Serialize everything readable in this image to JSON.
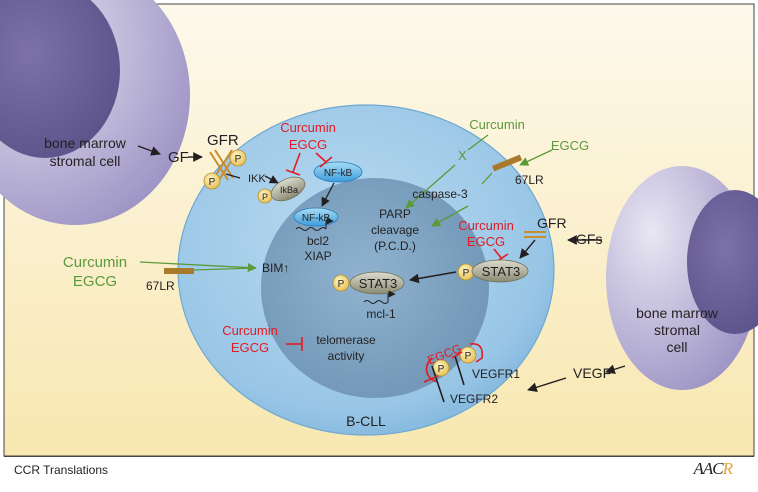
{
  "labels": {
    "bmsc_left": [
      "bone marrow",
      "stromal cell"
    ],
    "bmsc_right": [
      "bone marrow",
      "stromal",
      "cell"
    ],
    "gf": "GF",
    "gfr_left": "GFR",
    "gfr_right": "GFR",
    "gfs": "GFs",
    "ikk": "IKK",
    "ikba": "IkBa",
    "nfkb_cyto": "NF-kB",
    "nfkb_nuc": "NF-kB",
    "bcl2": "bcl2",
    "xiap": "XIAP",
    "curcumin_top": "Curcumin",
    "egcg_top": "EGCG",
    "curcumin_green": "Curcumin",
    "x_mark": "X",
    "egcg_green": "EGCG",
    "lr67_right": "67LR",
    "caspase": "caspase-3",
    "parp": [
      "PARP",
      "cleavage",
      "(P.C.D.)"
    ],
    "curcumin_stat": "Curcumin",
    "egcg_stat": "EGCG",
    "stat3_mem": "STAT3",
    "stat3_nuc": "STAT3",
    "mcl1": "mcl-1",
    "curcumin_left": "Curcumin",
    "egcg_left": "EGCG",
    "lr67_left": "67LR",
    "bim": "BIM↑",
    "curcumin_telo": "Curcumin",
    "egcg_telo": "EGCG",
    "telomerase": [
      "telomerase",
      "activity"
    ],
    "egcg_vegfr": "EGCG",
    "vegfr1": "VEGFR1",
    "vegfr2": "VEGFR2",
    "vegf": "VEGF",
    "bcll": "B-CLL",
    "p": "P"
  },
  "footer": {
    "title": "CCR Translations",
    "logo_main": "AAC",
    "logo_accent": "R"
  }
}
